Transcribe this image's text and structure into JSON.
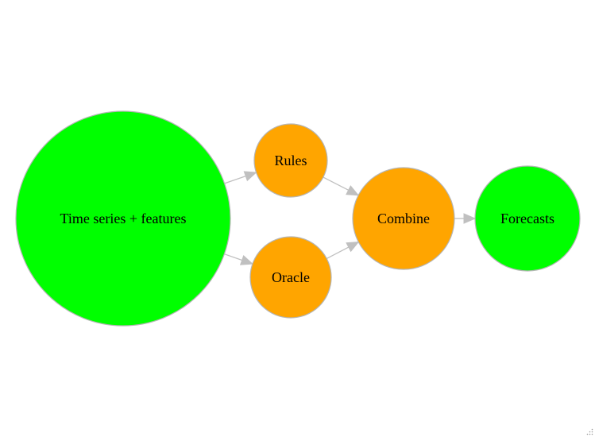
{
  "diagram": {
    "nodes": [
      {
        "id": "ts",
        "label": "Time series + features",
        "color": "#00ff00"
      },
      {
        "id": "rules",
        "label": "Rules",
        "color": "#ffa500"
      },
      {
        "id": "oracle",
        "label": "Oracle",
        "color": "#ffa500"
      },
      {
        "id": "combine",
        "label": "Combine",
        "color": "#ffa500"
      },
      {
        "id": "forecasts",
        "label": "Forecasts",
        "color": "#00ff00"
      }
    ],
    "edges": [
      {
        "from": "ts",
        "to": "rules"
      },
      {
        "from": "ts",
        "to": "oracle"
      },
      {
        "from": "rules",
        "to": "combine"
      },
      {
        "from": "oracle",
        "to": "combine"
      },
      {
        "from": "combine",
        "to": "forecasts"
      }
    ],
    "edge_color": "#c0c0c0",
    "node_border_color": "#b5b5b5"
  },
  "ui": {
    "resize_grip_icon": "resize-grip-icon"
  }
}
